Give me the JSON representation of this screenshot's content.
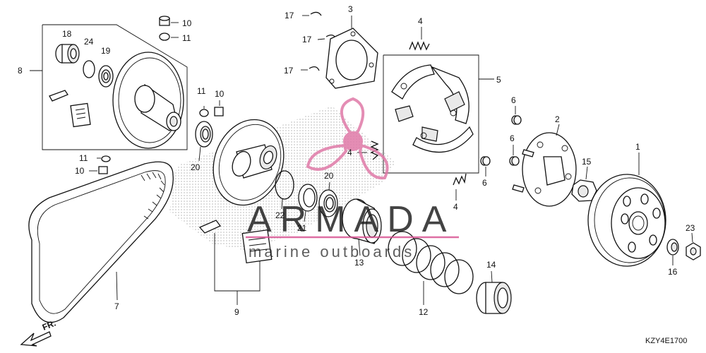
{
  "diagram": {
    "code": "KZY4E1700",
    "direction": "FR.",
    "labels": [
      {
        "id": "10a",
        "text": "10"
      },
      {
        "id": "11a",
        "text": "11"
      },
      {
        "id": "18",
        "text": "18"
      },
      {
        "id": "24",
        "text": "24"
      },
      {
        "id": "19",
        "text": "19"
      },
      {
        "id": "8",
        "text": "8"
      },
      {
        "id": "11b",
        "text": "11"
      },
      {
        "id": "10b",
        "text": "10"
      },
      {
        "id": "20a",
        "text": "20"
      },
      {
        "id": "11c",
        "text": "11"
      },
      {
        "id": "10c",
        "text": "10"
      },
      {
        "id": "17a",
        "text": "17"
      },
      {
        "id": "17b",
        "text": "17"
      },
      {
        "id": "17c",
        "text": "17"
      },
      {
        "id": "3",
        "text": "3"
      },
      {
        "id": "4a",
        "text": "4"
      },
      {
        "id": "5",
        "text": "5"
      },
      {
        "id": "4b",
        "text": "4"
      },
      {
        "id": "6a",
        "text": "6"
      },
      {
        "id": "2",
        "text": "2"
      },
      {
        "id": "6b",
        "text": "6"
      },
      {
        "id": "1",
        "text": "1"
      },
      {
        "id": "6c",
        "text": "6"
      },
      {
        "id": "15",
        "text": "15"
      },
      {
        "id": "4c",
        "text": "4"
      },
      {
        "id": "20b",
        "text": "20"
      },
      {
        "id": "22",
        "text": "22"
      },
      {
        "id": "21",
        "text": "21"
      },
      {
        "id": "13",
        "text": "13"
      },
      {
        "id": "12",
        "text": "12"
      },
      {
        "id": "14",
        "text": "14"
      },
      {
        "id": "9",
        "text": "9"
      },
      {
        "id": "7",
        "text": "7"
      },
      {
        "id": "23",
        "text": "23"
      },
      {
        "id": "16",
        "text": "16"
      }
    ]
  },
  "watermark": {
    "brand": "ARMADA",
    "tagline": "marine outboards",
    "accent_color": "#d64c8e"
  }
}
